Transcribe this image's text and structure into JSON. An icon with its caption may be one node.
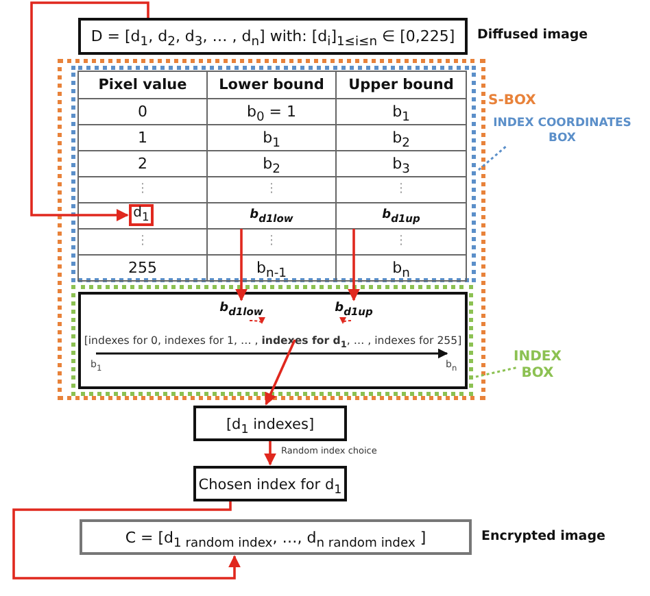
{
  "diagram": {
    "nodes": [
      {
        "text": [
          "D = [d$_{1}$, d$_{2}$, d$_{3}$, … , d$_{n}$] with: [d$_{i}$]$_{1≤i≤n}$ ∈ [0,225]"
        ],
        "beside": [
          "Diffused image"
        ]
      },
      {
        "text": [
          "S-BOX"
        ]
      },
      {
        "text": [
          "INDEX COORDINATES BOX"
        ],
        "in": 1
      },
      {
        "text": [
          "d$_{1}$"
        ],
        "in": 2
      },
      {
        "text": [
          "b$_{d1low}$"
        ],
        "in": 2
      },
      {
        "text": [
          "b$_{d1up}$"
        ],
        "in": 2
      },
      {
        "text": [
          "INDEX BOX"
        ],
        "in": 1
      },
      {
        "text": [],
        "shape": "box",
        "in": 6
      },
      {
        "text": [
          "b$_{d1low}$"
        ],
        "in": 7
      },
      {
        "text": [
          "b$_{d1up}$"
        ],
        "in": 7
      },
      {
        "text": [
          "[indexes for 0, indexes for 1, … , **indexes for d$_{1}$**, … , indexes for 255]"
        ],
        "in": 7
      },
      {
        "text": [
          "[d$_{1}$ indexes]"
        ]
      },
      {
        "text": [
          "Chosen index for d$_{1}$"
        ]
      },
      {
        "text": [
          "C = [d$_{1 random index}$, …, d$_{n random index}$ ]"
        ],
        "beside": [
          "Encrypted image"
        ]
      }
    ],
    "edges": [
      {
        "from": 0,
        "to": 3,
        "arrow": "to"
      },
      {
        "from": 4,
        "to": 8,
        "arrow": "to"
      },
      {
        "from": 5,
        "to": 9,
        "arrow": "to"
      },
      {
        "from": 8,
        "to": 10,
        "arrow": "to",
        "style": "dashed"
      },
      {
        "from": 9,
        "to": 10,
        "arrow": "to",
        "style": "dashed"
      },
      {
        "from": 10,
        "to": 11,
        "arrow": "to"
      },
      {
        "from": 11,
        "to": 12,
        "arrow": "to",
        "label": "Random index choice"
      },
      {
        "from": 12,
        "to": 13,
        "arrow": "to"
      }
    ],
    "labels": [
      "Pixel value",
      "Lower bound",
      "Upper bound",
      "0",
      "b$_{0}$ = 1",
      "b$_{1}$",
      "1",
      "b$_{1}$",
      "b$_{2}$",
      "2",
      "b$_{2}$",
      "b$_{3}$",
      "⋮",
      "⋮",
      "⋮",
      "⋮",
      "⋮",
      "⋮",
      "255",
      "b$_{n-1}$",
      "b$_{n}$",
      "b$_{1}$",
      "b$_{n}$"
    ]
  }
}
